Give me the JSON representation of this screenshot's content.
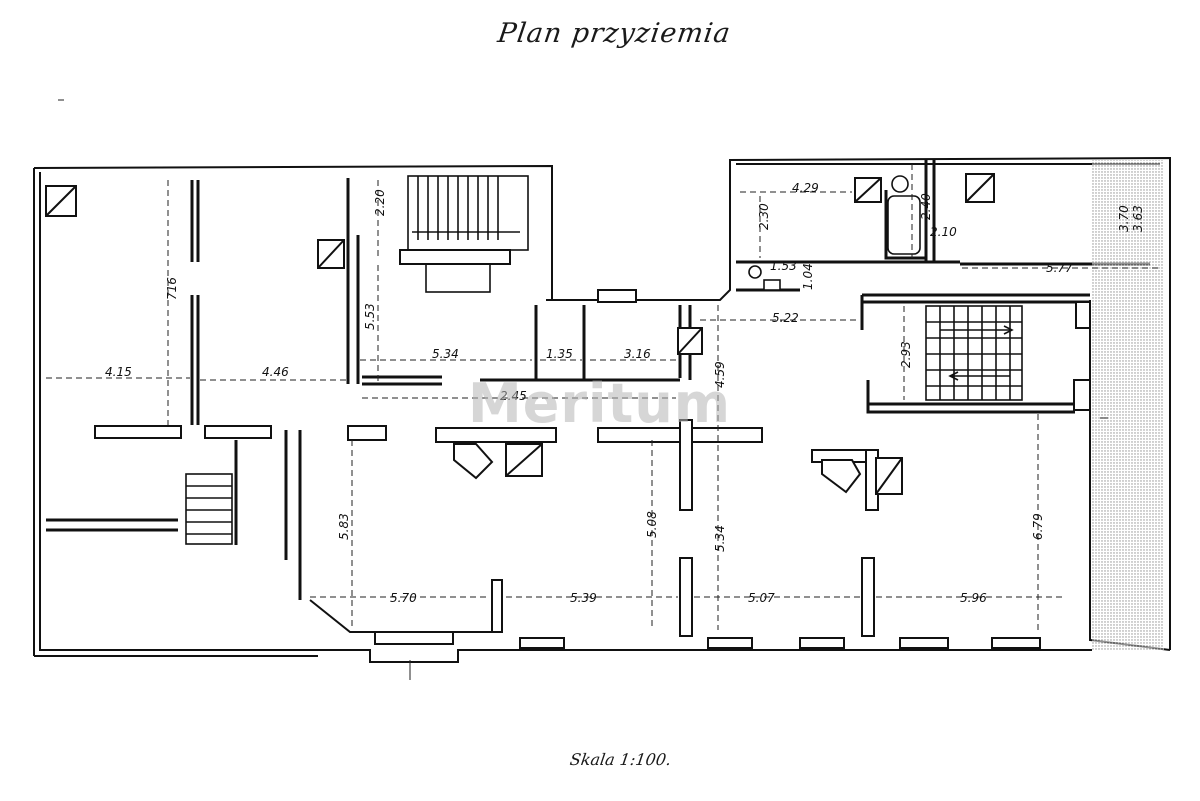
{
  "title": "Plan przyziemia",
  "scale": "Skala 1:100.",
  "watermark": "Meritum",
  "dimensions": {
    "d_716": "716",
    "d_415": "4.15",
    "d_446": "4.46",
    "d_553": "5.53",
    "d_220": "2.20",
    "d_534": "5.34",
    "d_135": "1.35",
    "d_316": "3.16",
    "d_245": "2.45",
    "d_429": "4.29",
    "d_230": "2.30",
    "d_240": "2.40",
    "d_210": "2.10",
    "d_153": "1.53",
    "d_104": "1.04",
    "d_577": "5.77",
    "d_370": "3.70",
    "d_363": "3.63",
    "d_522": "5.22",
    "d_293": "2.93",
    "d_459": "4.59",
    "d_583": "5.83",
    "d_508": "5.08",
    "d_534b": "5.34",
    "d_679": "6.79",
    "d_570": "5.70",
    "d_539": "5.39",
    "d_507": "5.07",
    "d_596": "5.96"
  }
}
